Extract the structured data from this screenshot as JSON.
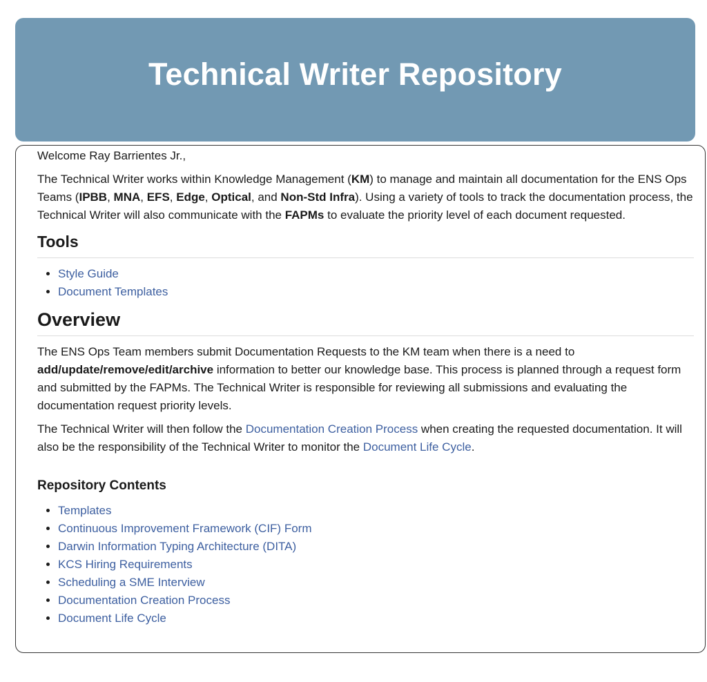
{
  "header": {
    "title": "Technical Writer Repository"
  },
  "welcome": "Welcome Ray Barrientes Jr.,",
  "intro": {
    "t1": "The Technical Writer works within Knowledge Management (",
    "km": "KM",
    "t2": ") to manage and maintain all documentation for the ENS Ops Teams (",
    "ipbb": "IPBB",
    "c1": ", ",
    "mna": "MNA",
    "c2": ", ",
    "efs": "EFS",
    "c3": ", ",
    "edge": "Edge",
    "c4": ", ",
    "optical": "Optical",
    "c5": ", and ",
    "nonstd": "Non-Std Infra",
    "t3": "). Using a variety of tools to track the documentation process, the Technical Writer will also communicate with the ",
    "fapms": "FAPMs",
    "t4": " to evaluate the priority level of each document requested."
  },
  "tools": {
    "heading": "Tools",
    "items": [
      "Style Guide",
      "Document Templates"
    ]
  },
  "overview": {
    "heading": "Overview",
    "p1a": "The ENS Ops Team members submit Documentation Requests to the KM team when there is a need to ",
    "p1b": "add/update/remove/edit/archive",
    "p1c": " information to better our knowledge base. This process is planned through a request form and submitted by the FAPMs. The Technical Writer is responsible for reviewing all submissions and evaluating the documentation request priority levels.",
    "p2a": "The Technical Writer will then follow the ",
    "p2link1": "Documentation Creation Process",
    "p2b": " when creating the requested documentation. It will also be the responsibility of the Technical Writer to monitor the ",
    "p2link2": "Document Life Cycle",
    "p2c": "."
  },
  "repository": {
    "heading": "Repository Contents",
    "items": [
      "Templates",
      "Continuous Improvement Framework (CIF) Form",
      "Darwin Information Typing Architecture (DITA)",
      "KCS Hiring Requirements",
      "Scheduling a SME Interview",
      "Documentation Creation Process",
      "Document Life Cycle"
    ]
  }
}
